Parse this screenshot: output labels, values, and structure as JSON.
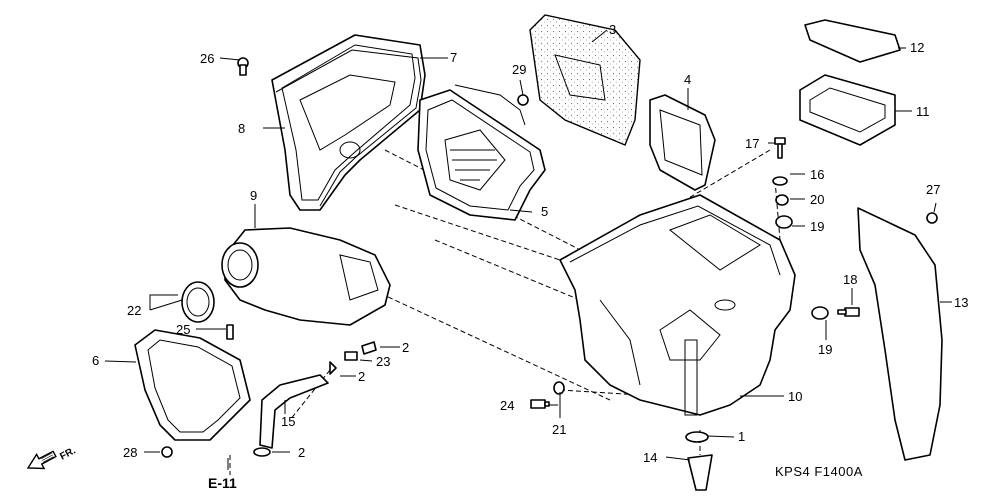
{
  "diagram": {
    "part_labels": [
      "1",
      "2",
      "3",
      "4",
      "5",
      "6",
      "7",
      "8",
      "9",
      "10",
      "11",
      "12",
      "13",
      "14",
      "15",
      "16",
      "17",
      "18",
      "19",
      "20",
      "21",
      "22",
      "23",
      "24",
      "25",
      "26",
      "27",
      "28",
      "29"
    ],
    "label_2": "2",
    "label_19": "19",
    "reference_label": "E-11",
    "direction_label": "FR.",
    "figure_code": "KPS4  F1400A"
  }
}
